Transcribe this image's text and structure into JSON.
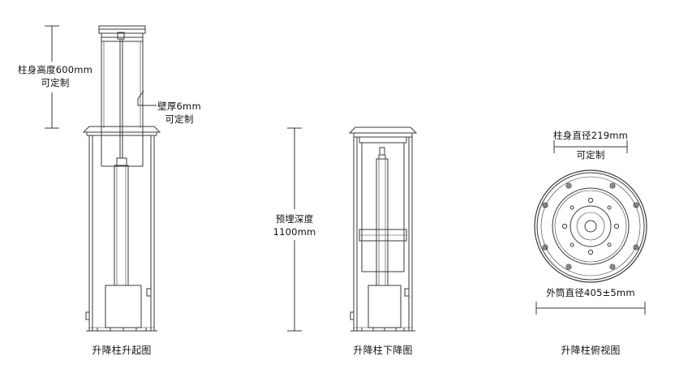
{
  "left_view": {
    "height_label": "柱身高度600mm",
    "height_note": "可定制",
    "wall_label": "壁厚6mm",
    "wall_note": "可定制",
    "caption": "升降柱升起图"
  },
  "middle_view": {
    "depth_label": "预埋深度",
    "depth_value": "1100mm",
    "caption": "升降柱下降图"
  },
  "right_view": {
    "diameter_label": "柱身直径219mm",
    "diameter_note": "可定制",
    "outer_label": "外筒直径405±5mm",
    "caption": "升降柱俯视图"
  },
  "colors": {
    "line": "#3a3a3a",
    "text": "#111111",
    "background": "#ffffff"
  }
}
